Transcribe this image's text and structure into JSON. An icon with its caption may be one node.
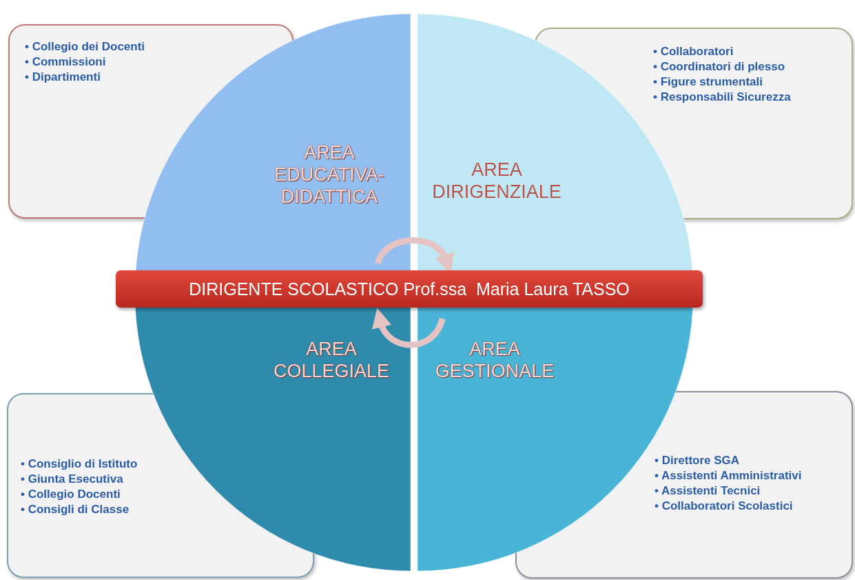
{
  "diagram": {
    "nodes": [
      {
        "text": [
          "• Collegio dei Docenti",
          "• Commissioni",
          "• Dipartimenti"
        ]
      },
      {
        "text": [
          "• Collaboratori",
          "• Coordinatori di plesso",
          "• Figure strumentali",
          "• Responsabili Sicurezza"
        ]
      },
      {
        "text": [
          "AREA EDUCATIVA-DIDATTICA"
        ]
      },
      {
        "text": [
          "AREA DIRIGENZIALE"
        ]
      },
      {
        "text": [
          "DIRIGENTE SCOLASTICO Prof.ssa  Maria Laura TASSO"
        ]
      },
      {
        "text": [
          "AREA COLLEGIALE"
        ]
      },
      {
        "text": [
          "AREA GESTIONALE"
        ]
      },
      {
        "text": [
          "• Consiglio di Istituto",
          "• Giunta Esecutiva",
          "• Collegio Docenti",
          "• Consigli di Classe"
        ]
      },
      {
        "text": [
          "• Direttore SGA",
          "• Assistenti Amministrativi",
          "• Assistenti Tecnici",
          "• Collaboratori Scolastici"
        ]
      }
    ],
    "edges": [
      {
        "from": 2,
        "to": 3,
        "arrow": "to"
      },
      {
        "from": 6,
        "to": 5,
        "arrow": "to"
      }
    ]
  }
}
